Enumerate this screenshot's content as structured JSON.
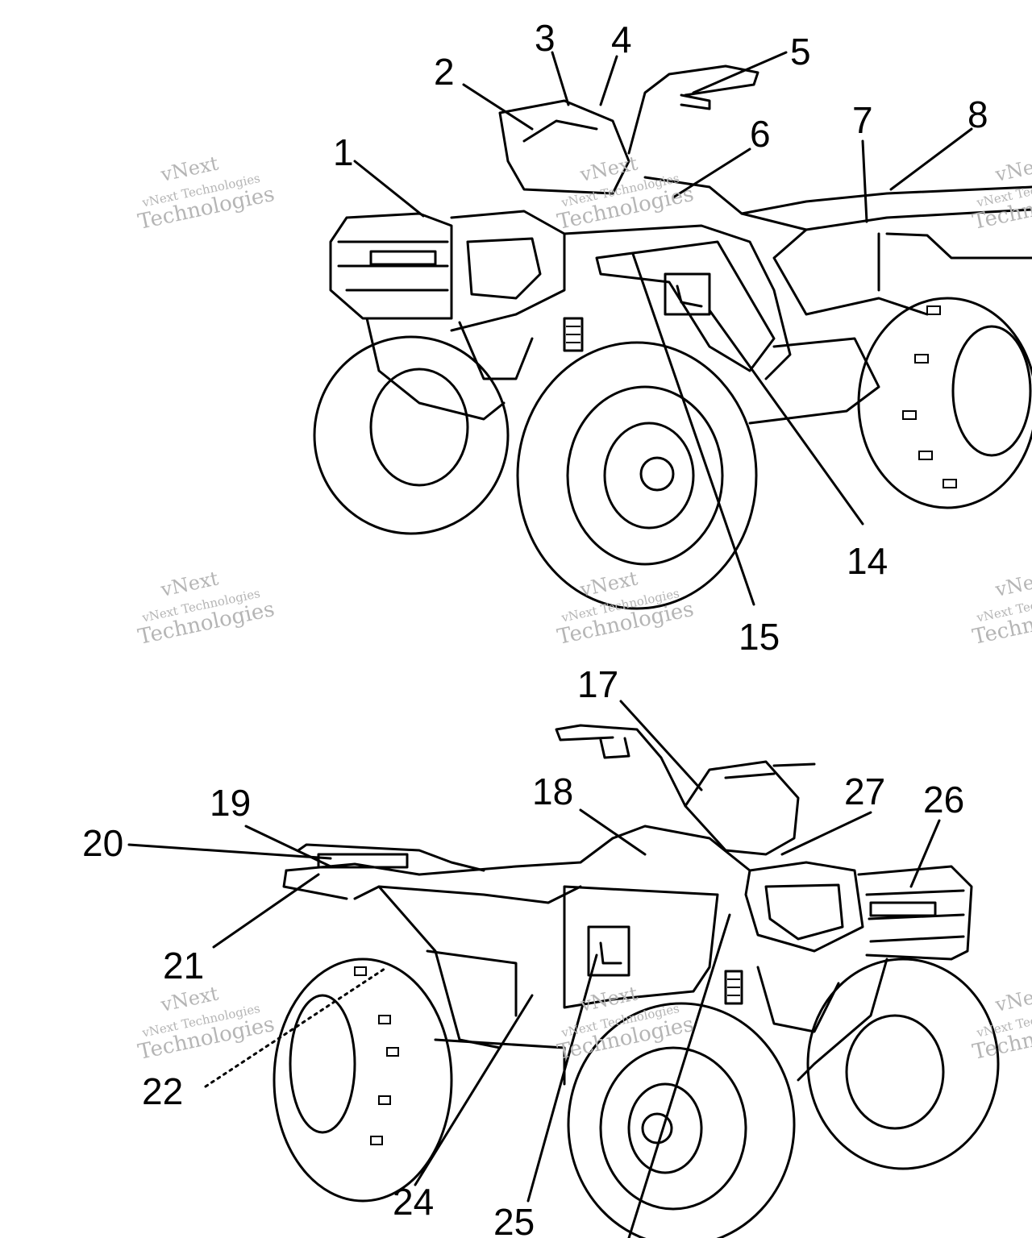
{
  "callouts": {
    "c1": "1",
    "c2": "2",
    "c3": "3",
    "c4": "4",
    "c5": "5",
    "c6": "6",
    "c7": "7",
    "c8": "8",
    "c14": "14",
    "c15": "15",
    "c17": "17",
    "c18": "18",
    "c19": "19",
    "c20": "20",
    "c21": "21",
    "c22": "22",
    "c24": "24",
    "c25": "25",
    "c26": "26",
    "c27": "27"
  },
  "watermark": {
    "line1": "vNext",
    "line2": "vNext Technologies",
    "line3": "Technologies"
  },
  "colors": {
    "ink": "#000000",
    "watermark": "#b5b5b5",
    "background": "#ffffff"
  }
}
